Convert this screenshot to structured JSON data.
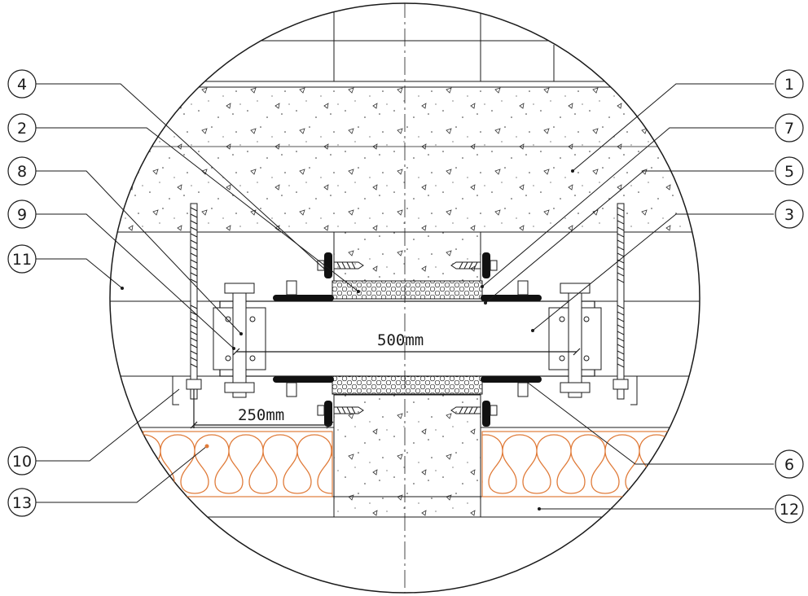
{
  "drawing": {
    "dimensions": [
      {
        "id": "duct-width",
        "text": "500mm"
      },
      {
        "id": "hanger-offset",
        "text": "250mm"
      }
    ],
    "callouts": [
      "1",
      "2",
      "3",
      "4",
      "5",
      "6",
      "7",
      "8",
      "9",
      "10",
      "11",
      "12",
      "13"
    ],
    "colors": {
      "line": "#1a1a1a",
      "insulation": "#e07b39",
      "background": "#ffffff"
    }
  }
}
